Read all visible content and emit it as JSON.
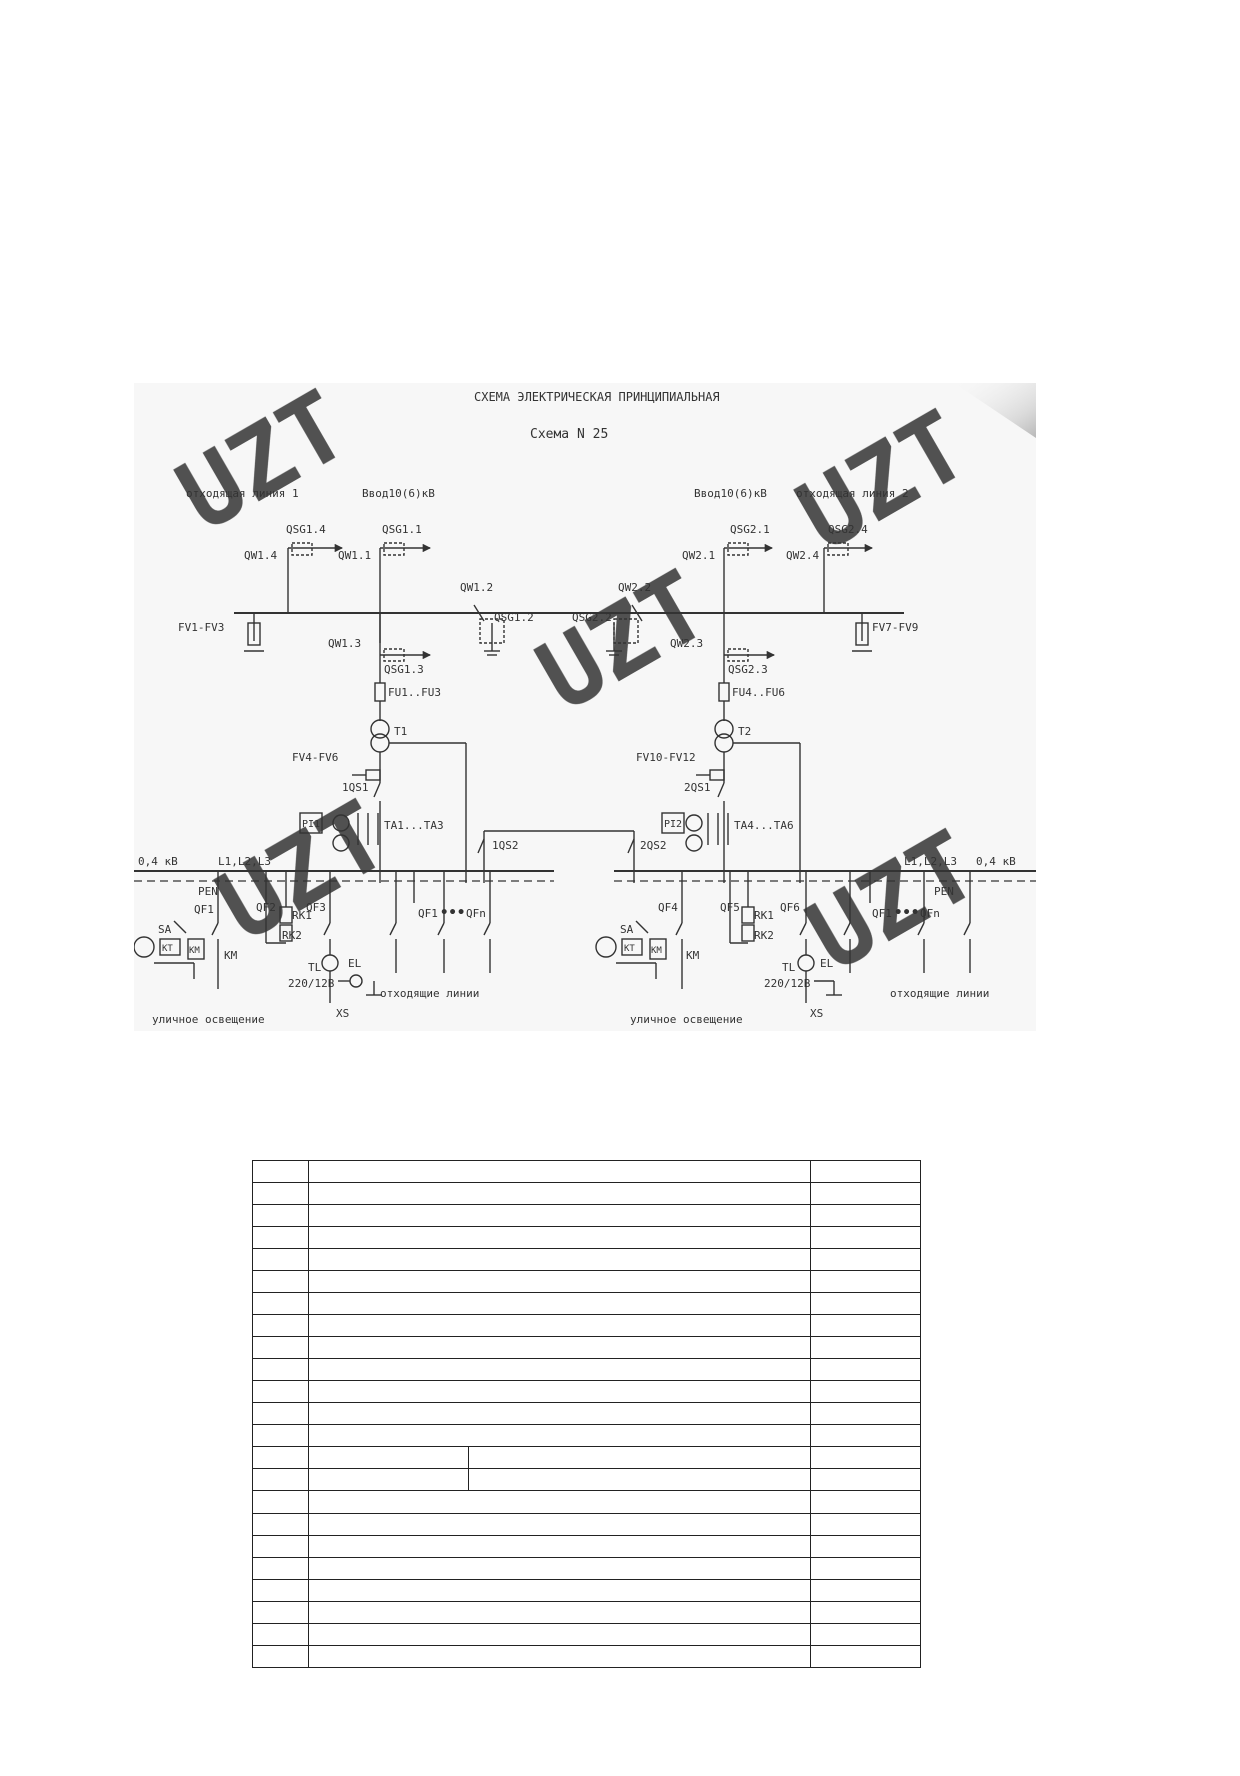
{
  "diagram": {
    "title": "СХЕМА ЭЛЕКТРИЧЕСКАЯ ПРИНЦИПИАЛЬНАЯ",
    "subtitle": "Схема N 25",
    "watermark": "UZT",
    "labels": {
      "outgoing_line_1": "отходящая линия 1",
      "input_left": "Ввод10(6)кВ",
      "input_right": "Ввод10(6)кВ",
      "outgoing_line_2": "отходящая линия 2",
      "qsg14": "QSG1.4",
      "qsg11": "QSG1.1",
      "qw14": "QW1.4",
      "qw11": "QW1.1",
      "qsg21": "QSG2.1",
      "qsg24": "QSG2.4",
      "qw21": "QW2.1",
      "qw24": "QW2.4",
      "qw12": "QW1.2",
      "qw22": "QW2.2",
      "qsg12": "QSG1.2",
      "qsg22": "QSG2.2",
      "fv1_fv3": "FV1-FV3",
      "fv7_fv9": "FV7-FV9",
      "qw13": "QW1.3",
      "qsg13": "QSG1.3",
      "qw23": "QW2.3",
      "qsg23": "QSG2.3",
      "fu1_fu3": "FU1..FU3",
      "fu4_fu6": "FU4..FU6",
      "t1": "T1",
      "t2": "T2",
      "fv4_fv6": "FV4-FV6",
      "fv10_fv12": "FV10-FV12",
      "qs1_1": "1QS1",
      "qs2_1": "2QS1",
      "pi_left": "PI1",
      "pi_right": "PI2",
      "ta1_ta3": "TA1...TA3",
      "ta4_ta6": "TA4...TA6",
      "qs1_2": "1QS2",
      "qs2_2": "2QS2",
      "v04_left": "0,4 кВ",
      "v04_right": "0,4 кВ",
      "phases_left": "L1,L2,L3",
      "phases_right": "L1,L2,L3",
      "pen_left": "PEN",
      "pen_right": "PEN",
      "qf1": "QF1",
      "qf2": "QF2",
      "qf3": "QF3",
      "qf4": "QF4",
      "qf5": "QF5",
      "qf6": "QF6",
      "qf_1_left": "QF1",
      "qf_n_left": "QFn",
      "qf_1_right": "QF1",
      "qf_n_right": "QFn",
      "dots_left": "•••",
      "dots_right": "•••",
      "rk1_left": "RK1",
      "rk2_left": "RK2",
      "rk1_right": "RK1",
      "rk2_right": "RK2",
      "sa_left": "SA",
      "sa_right": "SA",
      "km_left": "KM",
      "km_right": "KM",
      "kt_left": "KT",
      "kt_right": "KT",
      "km_box_left": "KM",
      "km_box_right": "KM",
      "tl_left": "TL",
      "tl_right": "TL",
      "el_left": "EL",
      "el_right": "EL",
      "xs_left": "XS",
      "xs_right": "XS",
      "tr_left": "220/12В",
      "tr_right": "220/12В",
      "outgoing_lines_left": "отходящие линии",
      "outgoing_lines_right": "отходящие линии",
      "street_lighting_left": "уличное освещение",
      "street_lighting_right": "уличное освещение"
    }
  },
  "table": {
    "rows": 23,
    "columns": 3,
    "note": ""
  }
}
